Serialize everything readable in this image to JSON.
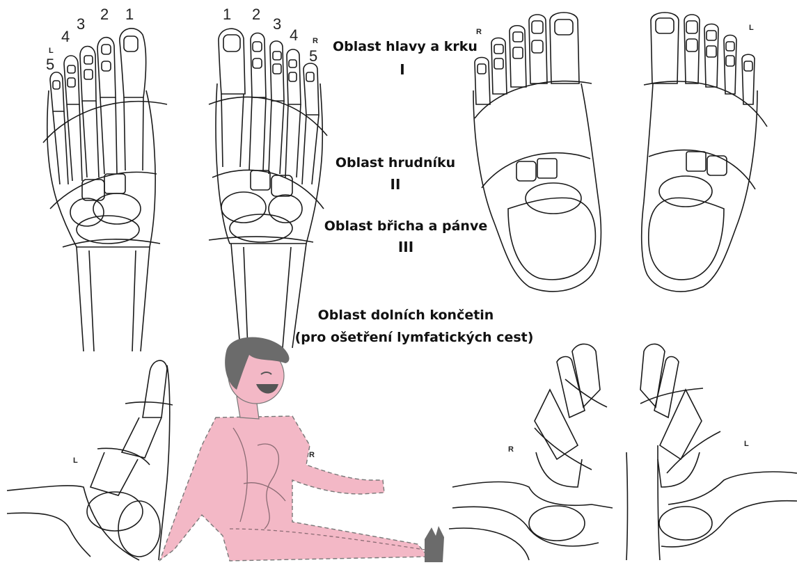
{
  "regions": [
    {
      "name": "Oblast hlavy a krku",
      "numeral": "I"
    },
    {
      "name": "Oblast hrudníku",
      "numeral": "II"
    },
    {
      "name": "Oblast břicha a pánve",
      "numeral": "III"
    },
    {
      "name": "Oblast dolních končetin",
      "subtitle": "(pro ošetření lymfatických cest)"
    }
  ],
  "toe_numbers_left": [
    "5",
    "4",
    "3",
    "2",
    "1"
  ],
  "toe_numbers_right": [
    "1",
    "2",
    "3",
    "4",
    "5"
  ],
  "side_markers": {
    "left_foot": "L",
    "right_foot": "R",
    "title_marker": "R",
    "sole_right": "R",
    "sole_left": "L",
    "lateral_left": "L",
    "figure_marker": "R",
    "medial_right": "R",
    "medial_left": "L"
  },
  "colors": {
    "figure_pink": "#f3b8c6",
    "figure_outline": "#777777",
    "hair": "#6b6b6b",
    "ink": "#1a1a1a"
  }
}
